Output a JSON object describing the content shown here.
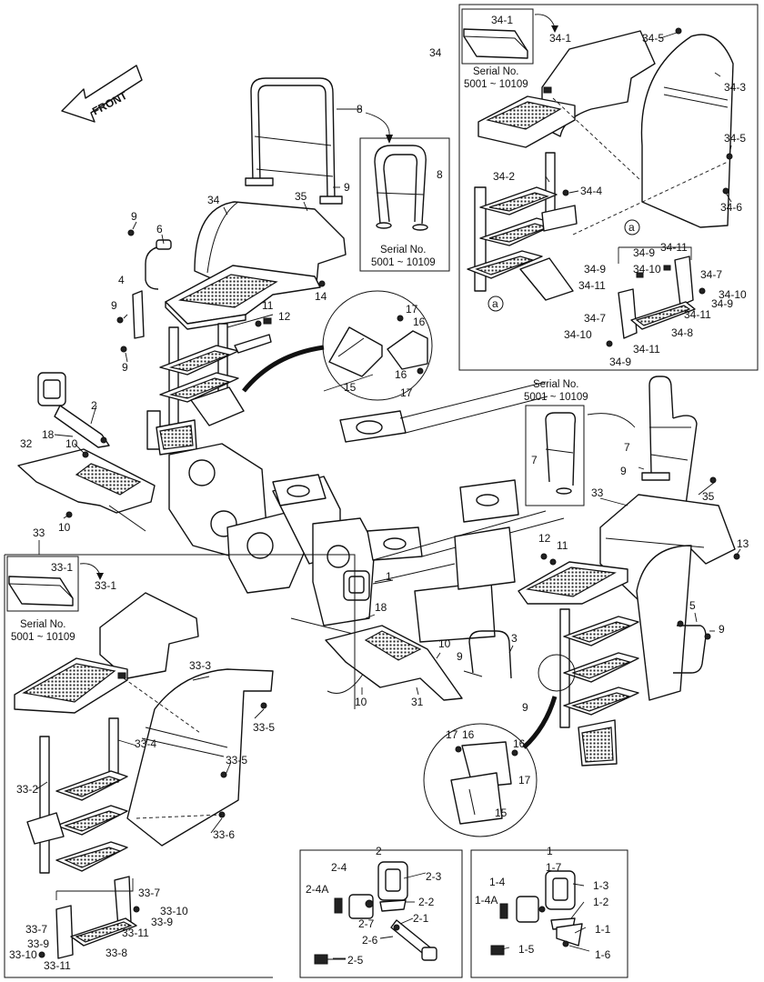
{
  "front_label": "FRONT",
  "serial_no_label": "Serial No.",
  "serial_range": "5001 ~ 10109",
  "callout_letter": "a",
  "group_headers": {
    "box2": "2",
    "box1": "1"
  },
  "labels": {
    "l_8": "8",
    "l_9_top": "9",
    "l_8_inset": "8",
    "l_34": "34",
    "l_35": "35",
    "l_9_a": "9",
    "l_6": "6",
    "l_14": "14",
    "l_4": "4",
    "l_9_b": "9",
    "l_9_c": "9",
    "l_11": "11",
    "l_12": "12",
    "l_17_a": "17",
    "l_16_a": "16",
    "l_16_b": "16",
    "l_15_a": "15",
    "l_17_b": "17",
    "l_2": "2",
    "l_18_a": "18",
    "l_10_a": "10",
    "l_32": "32",
    "l_10_b": "10",
    "l_34_1_inset": "34-1",
    "l_34_box": "34",
    "l_34_1": "34-1",
    "l_34_5_top": "34-5",
    "l_34_3": "34-3",
    "l_34_5": "34-5",
    "l_34_2": "34-2",
    "l_34_4": "34-4",
    "l_34_6": "34-6",
    "l_34_9_a": "34-9",
    "l_34_11_a": "34-11",
    "l_34_9_b": "34-9",
    "l_34_10_a": "34-10",
    "l_34_7_a": "34-7",
    "l_34_11_b": "34-11",
    "l_34_10_b": "34-10",
    "l_34_9_c": "34-9",
    "l_34_7_b": "34-7",
    "l_34_11_c": "34-11",
    "l_34_8": "34-8",
    "l_34_10_c": "34-10",
    "l_34_11_d": "34-11",
    "l_34_9_d": "34-9",
    "l_7_inset": "7",
    "l_7": "7",
    "l_9_d": "9",
    "l_35_b": "35",
    "l_33": "33",
    "l_13": "13",
    "l_12_b": "12",
    "l_11_b": "11",
    "l_1": "1",
    "l_18_b": "18",
    "l_3": "3",
    "l_5": "5",
    "l_9_e": "9",
    "l_9_f": "9",
    "l_9_g": "9",
    "l_10_c": "10",
    "l_10_d": "10",
    "l_31": "31",
    "l_17_c": "17",
    "l_16_c": "16",
    "l_16_d": "16",
    "l_17_d": "17",
    "l_15_b": "15",
    "l_33_box": "33",
    "l_33_1_inset": "33-1",
    "l_33_1": "33-1",
    "l_33_3": "33-3",
    "l_33_5_a": "33-5",
    "l_33_4": "33-4",
    "l_33_5_b": "33-5",
    "l_33_2": "33-2",
    "l_33_6": "33-6",
    "l_33_7_a": "33-7",
    "l_33_10_a": "33-10",
    "l_33_9_a": "33-9",
    "l_33_11_a": "33-11",
    "l_33_7_b": "33-7",
    "l_33_9_b": "33-9",
    "l_33_8": "33-8",
    "l_33_10_b": "33-10",
    "l_33_11_b": "33-11",
    "l_2_4": "2-4",
    "l_2_3": "2-3",
    "l_2_4A": "2-4A",
    "l_2_2": "2-2",
    "l_2_7": "2-7",
    "l_2_1": "2-1",
    "l_2_6": "2-6",
    "l_2_5": "2-5",
    "l_1_4": "1-4",
    "l_1_7": "1-7",
    "l_1_3": "1-3",
    "l_1_4A": "1-4A",
    "l_1_2": "1-2",
    "l_1_1": "1-1",
    "l_1_6": "1-6",
    "l_1_5": "1-5"
  }
}
